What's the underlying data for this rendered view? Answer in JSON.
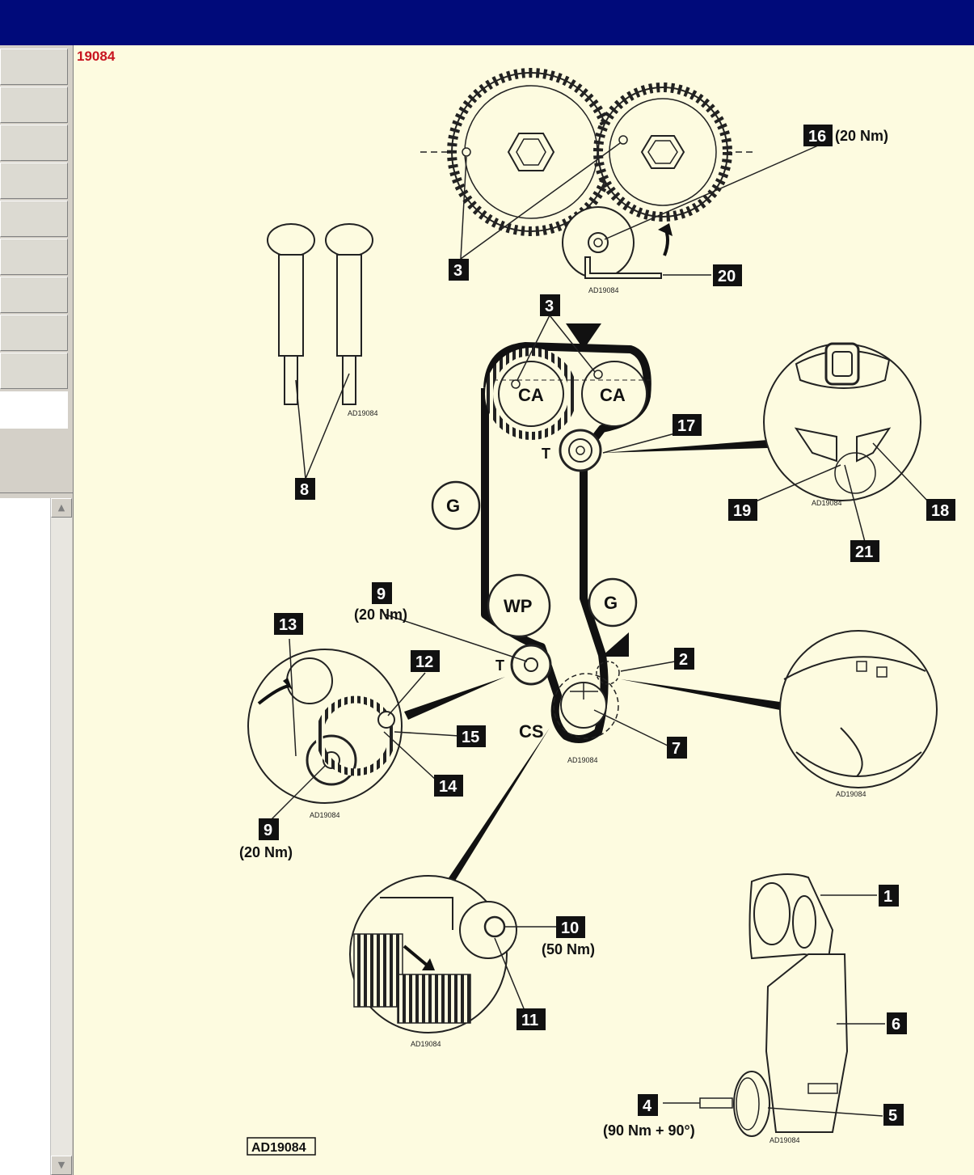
{
  "document": {
    "id": "19084"
  },
  "sidebar": {
    "buttons": 9
  },
  "scrollbar": {
    "up": "▲",
    "down": "▼"
  },
  "diagram": {
    "ref_small": "AD19084",
    "ref_box": "AD19084",
    "pulleys": {
      "camshaft": "CA",
      "guide": "G",
      "water_pump": "WP",
      "tensioner": "T",
      "crankshaft": "CS"
    },
    "callouts": {
      "c1": "1",
      "c2": "2",
      "c3": "3",
      "c4": "4",
      "c5": "5",
      "c6": "6",
      "c7": "7",
      "c8": "8",
      "c9": "9",
      "c10": "10",
      "c11": "11",
      "c12": "12",
      "c13": "13",
      "c14": "14",
      "c15": "15",
      "c16": "16",
      "c17": "17",
      "c18": "18",
      "c19": "19",
      "c20": "20",
      "c21": "21"
    },
    "torques": {
      "t16": "(20 Nm)",
      "t9a": "(20 Nm)",
      "t9b": "(20 Nm)",
      "t10": "(50 Nm)",
      "t4": "(90 Nm + 90°)"
    }
  }
}
